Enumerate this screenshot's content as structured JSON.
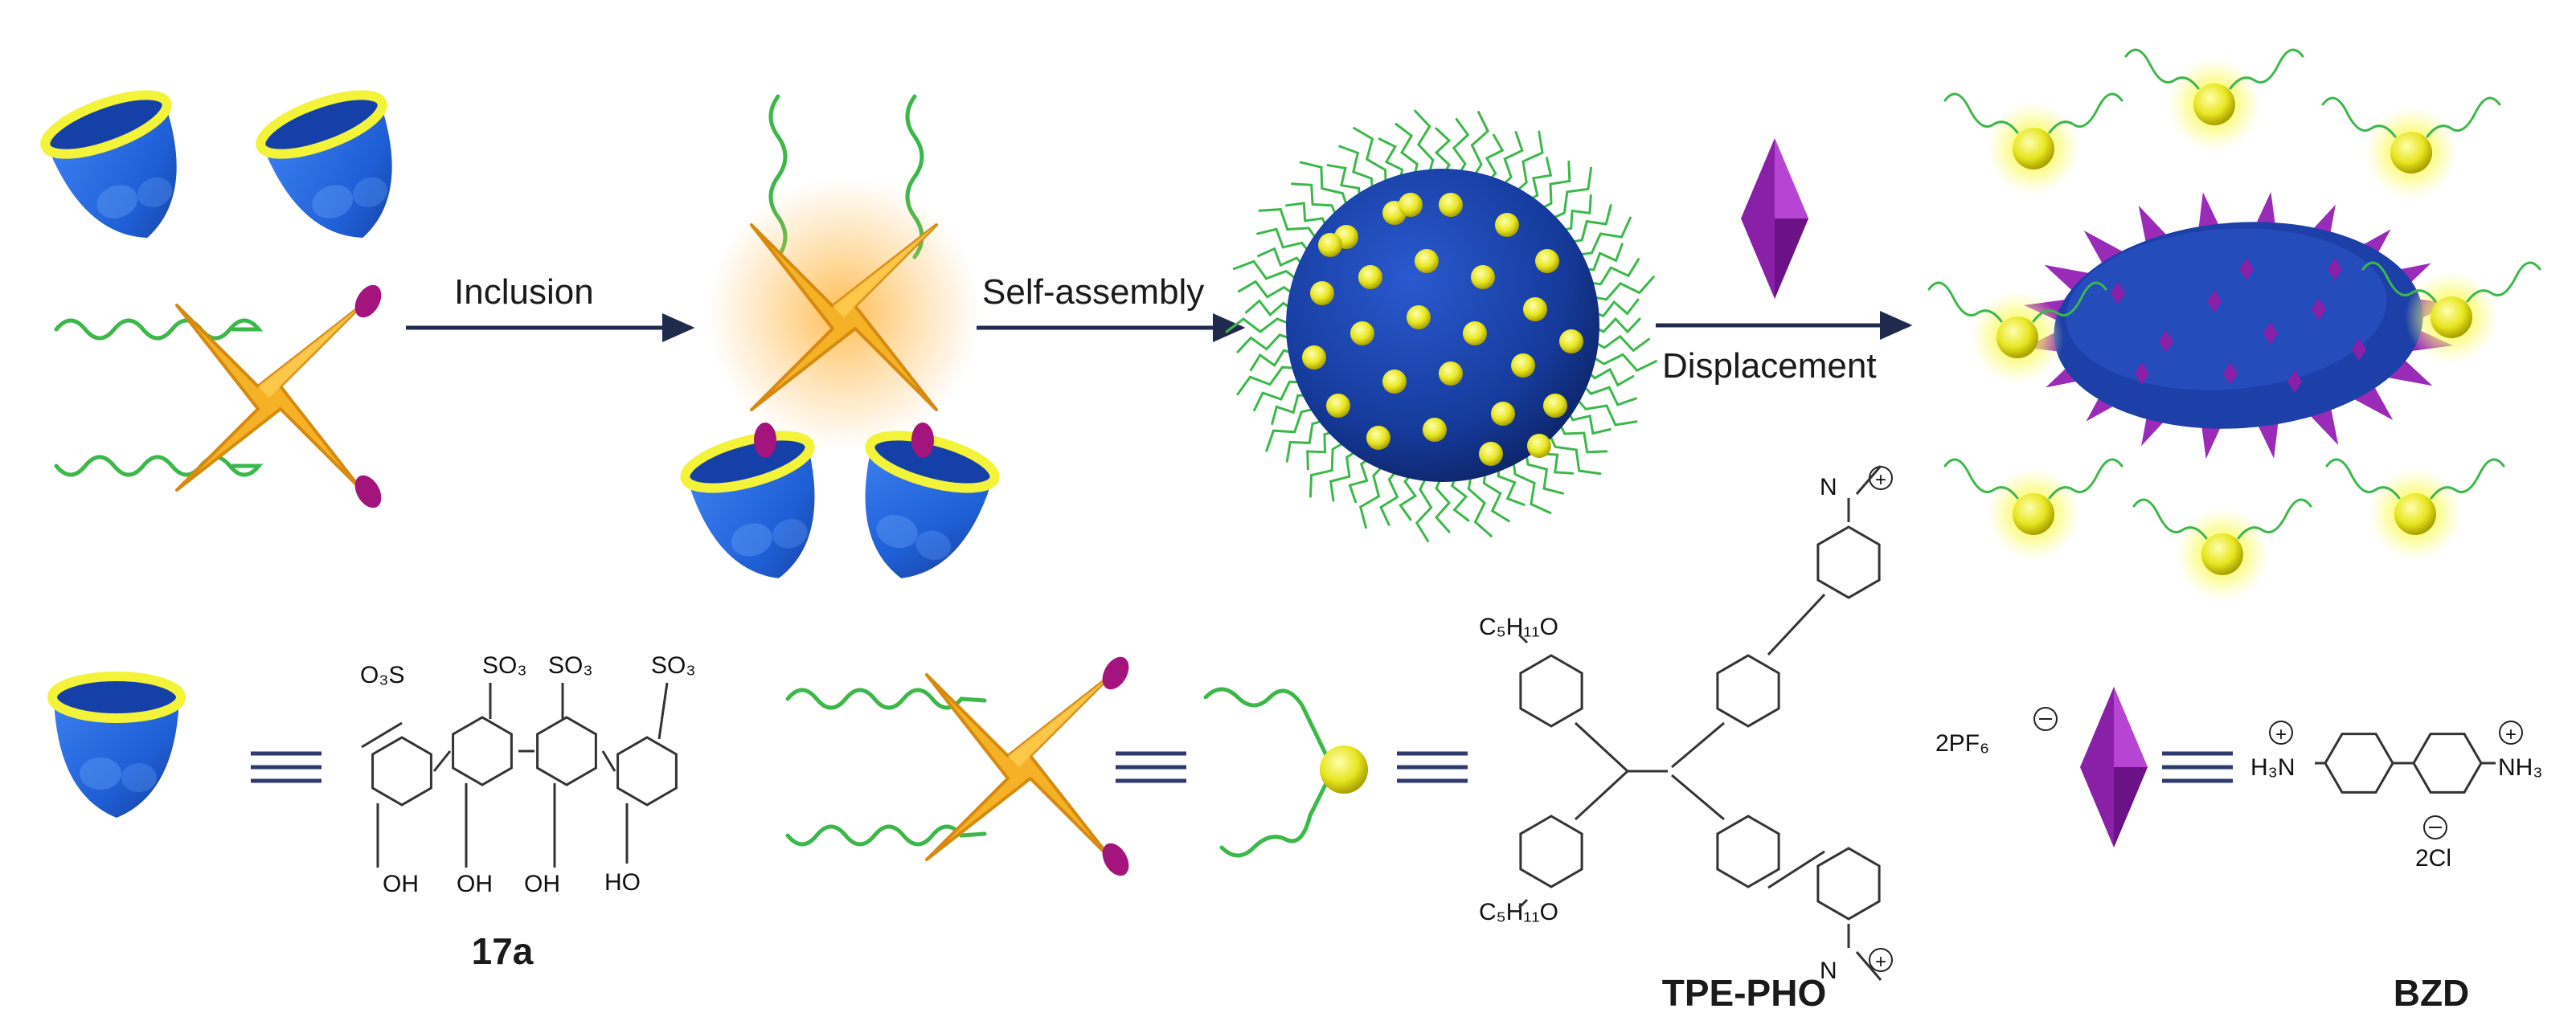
{
  "steps": {
    "inclusion": "Inclusion",
    "self_assembly": "Self-assembly",
    "displacement": "Displacement"
  },
  "compounds": {
    "host": {
      "label": "17a",
      "substituents": [
        "O₃S",
        "SO₃",
        "SO₃",
        "SO₃"
      ],
      "hydroxyls": [
        "OH",
        "OH",
        "OH",
        "HO"
      ]
    },
    "guest": {
      "label": "TPE-PHO",
      "alkoxy": [
        "C₅H₁₁O",
        "C₅H₁₁O"
      ],
      "pyridinium_n": [
        "N",
        "N"
      ],
      "counterion": "2PF₆"
    },
    "competitor": {
      "label": "BZD",
      "amine_left": "H₃N",
      "amine_right": "NH₃",
      "counterion": "2Cl"
    }
  },
  "colors": {
    "cup": "#1f5fd6",
    "cup_rim": "#f3f33a",
    "star": "#f5b227",
    "ellipse": "#a3157c",
    "chain": "#3cb84a",
    "bipyramid": "#8a1fa8",
    "arrow": "#1f2a4d",
    "glow": "#fbfb6a"
  }
}
